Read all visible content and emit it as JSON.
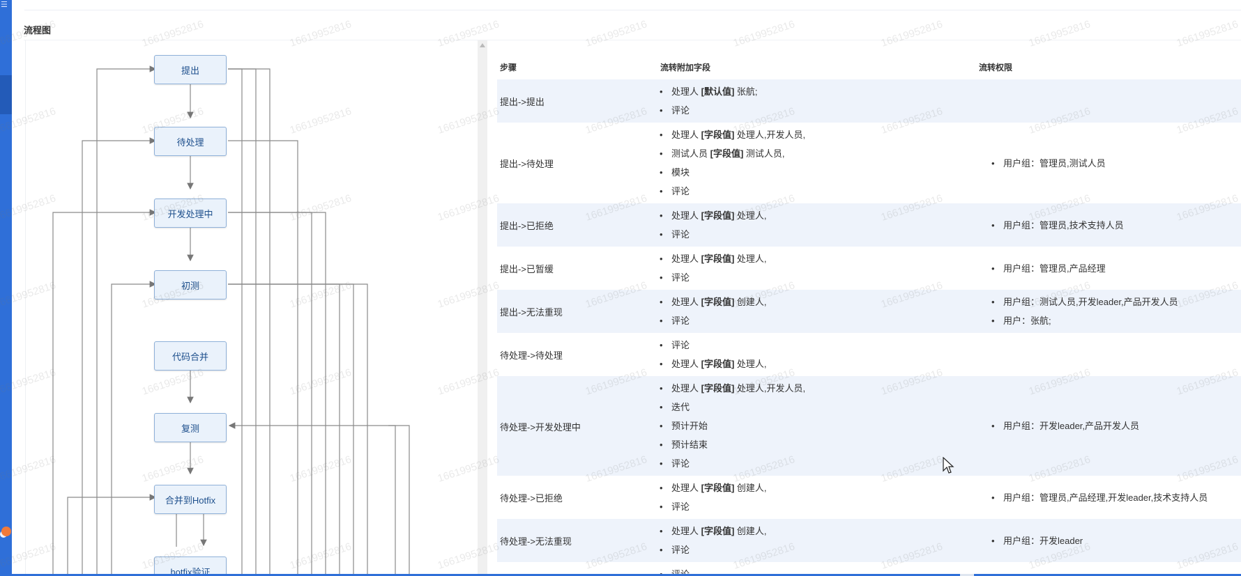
{
  "section_title": "流程图",
  "flow_nodes": [
    {
      "label": "提出"
    },
    {
      "label": "待处理"
    },
    {
      "label": "开发处理中"
    },
    {
      "label": "初测"
    },
    {
      "label": "代码合并"
    },
    {
      "label": "复测"
    },
    {
      "label": "合并到Hotfix"
    },
    {
      "label": "hotfix验证"
    }
  ],
  "table": {
    "headers": {
      "step": "步骤",
      "fields": "流转附加字段",
      "permission": "流转权限"
    },
    "rows": [
      {
        "step": "提出->提出",
        "fields": [
          {
            "b": "处理人 ",
            "tag": "[默认值]",
            "rest": " 张航;"
          },
          {
            "b": "评论"
          }
        ],
        "perms": []
      },
      {
        "step": "提出->待处理",
        "fields": [
          {
            "b": "处理人 ",
            "tag": "[字段值]",
            "rest": " 处理人,开发人员,"
          },
          {
            "b": "测试人员 ",
            "tag": "[字段值]",
            "rest": " 测试人员,"
          },
          {
            "b": "模块"
          },
          {
            "b": "评论"
          }
        ],
        "perms": [
          "用户组：管理员,测试人员"
        ]
      },
      {
        "step": "提出->已拒绝",
        "fields": [
          {
            "b": "处理人 ",
            "tag": "[字段值]",
            "rest": " 处理人,"
          },
          {
            "b": "评论"
          }
        ],
        "perms": [
          "用户组：管理员,技术支持人员"
        ]
      },
      {
        "step": "提出->已暂缓",
        "fields": [
          {
            "b": "处理人 ",
            "tag": "[字段值]",
            "rest": " 处理人,"
          },
          {
            "b": "评论"
          }
        ],
        "perms": [
          "用户组：管理员,产品经理"
        ]
      },
      {
        "step": "提出->无法重现",
        "fields": [
          {
            "b": "处理人 ",
            "tag": "[字段值]",
            "rest": " 创建人,"
          },
          {
            "b": "评论"
          }
        ],
        "perms": [
          "用户组：测试人员,开发leader,产品开发人员",
          "用户：张航;"
        ]
      },
      {
        "step": "待处理->待处理",
        "fields": [
          {
            "b": "评论"
          },
          {
            "b": "处理人 ",
            "tag": "[字段值]",
            "rest": " 处理人,"
          }
        ],
        "perms": []
      },
      {
        "step": "待处理->开发处理中",
        "fields": [
          {
            "b": "处理人 ",
            "tag": "[字段值]",
            "rest": " 处理人,开发人员,"
          },
          {
            "b": "迭代"
          },
          {
            "b": "预计开始"
          },
          {
            "b": "预计结束"
          },
          {
            "b": "评论"
          }
        ],
        "perms": [
          "用户组：开发leader,产品开发人员"
        ]
      },
      {
        "step": "待处理->已拒绝",
        "fields": [
          {
            "b": "处理人 ",
            "tag": "[字段值]",
            "rest": " 创建人,"
          },
          {
            "b": "评论"
          }
        ],
        "perms": [
          "用户组：管理员,产品经理,开发leader,技术支持人员"
        ]
      },
      {
        "step": "待处理->无法重现",
        "fields": [
          {
            "b": "处理人 ",
            "tag": "[字段值]",
            "rest": " 创建人,"
          },
          {
            "b": "评论"
          }
        ],
        "perms": [
          "用户组：开发leader"
        ]
      },
      {
        "step": "",
        "fields": [
          {
            "b": "评论"
          }
        ],
        "perms": []
      }
    ]
  },
  "watermark": "16619952816",
  "colors": {
    "accent": "#2f6fd8",
    "node_fill": "#eaf2fb",
    "node_border": "#8fb1d9",
    "row_alt": "#eef3fb"
  }
}
